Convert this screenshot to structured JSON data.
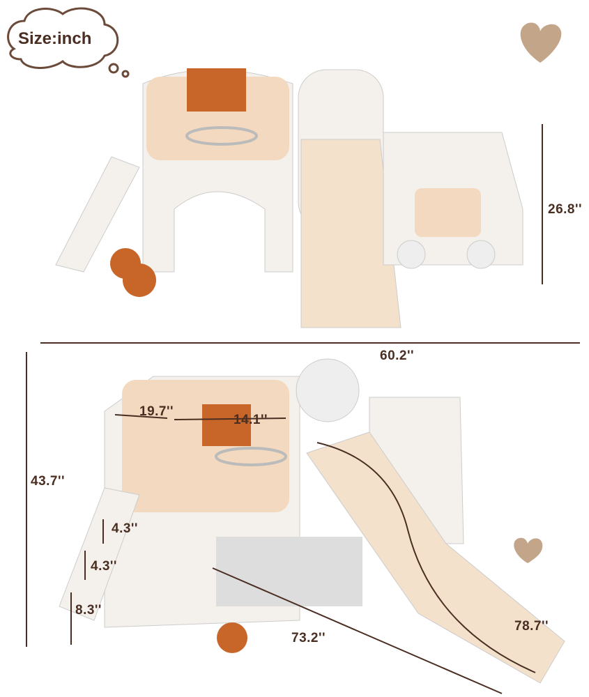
{
  "badge": {
    "text": "Size:inch"
  },
  "colors": {
    "annotation": "#4a2e22",
    "panel": "#f2d9bf",
    "body": "#f4f1ec",
    "ball": "#c8662a",
    "heart": "#b48f6c"
  },
  "top_view": {
    "height_label": "26.8''",
    "width_label": "60.2''"
  },
  "bottom_view": {
    "height_label": "43.7''",
    "depth_label": "19.7''",
    "panel_width_label": "14.1''",
    "step_1_label": "4.3''",
    "step_2_label": "4.3''",
    "step_base_label": "8.3''",
    "slide_length_label": "73.2''",
    "slide_span_label": "78.7''"
  }
}
